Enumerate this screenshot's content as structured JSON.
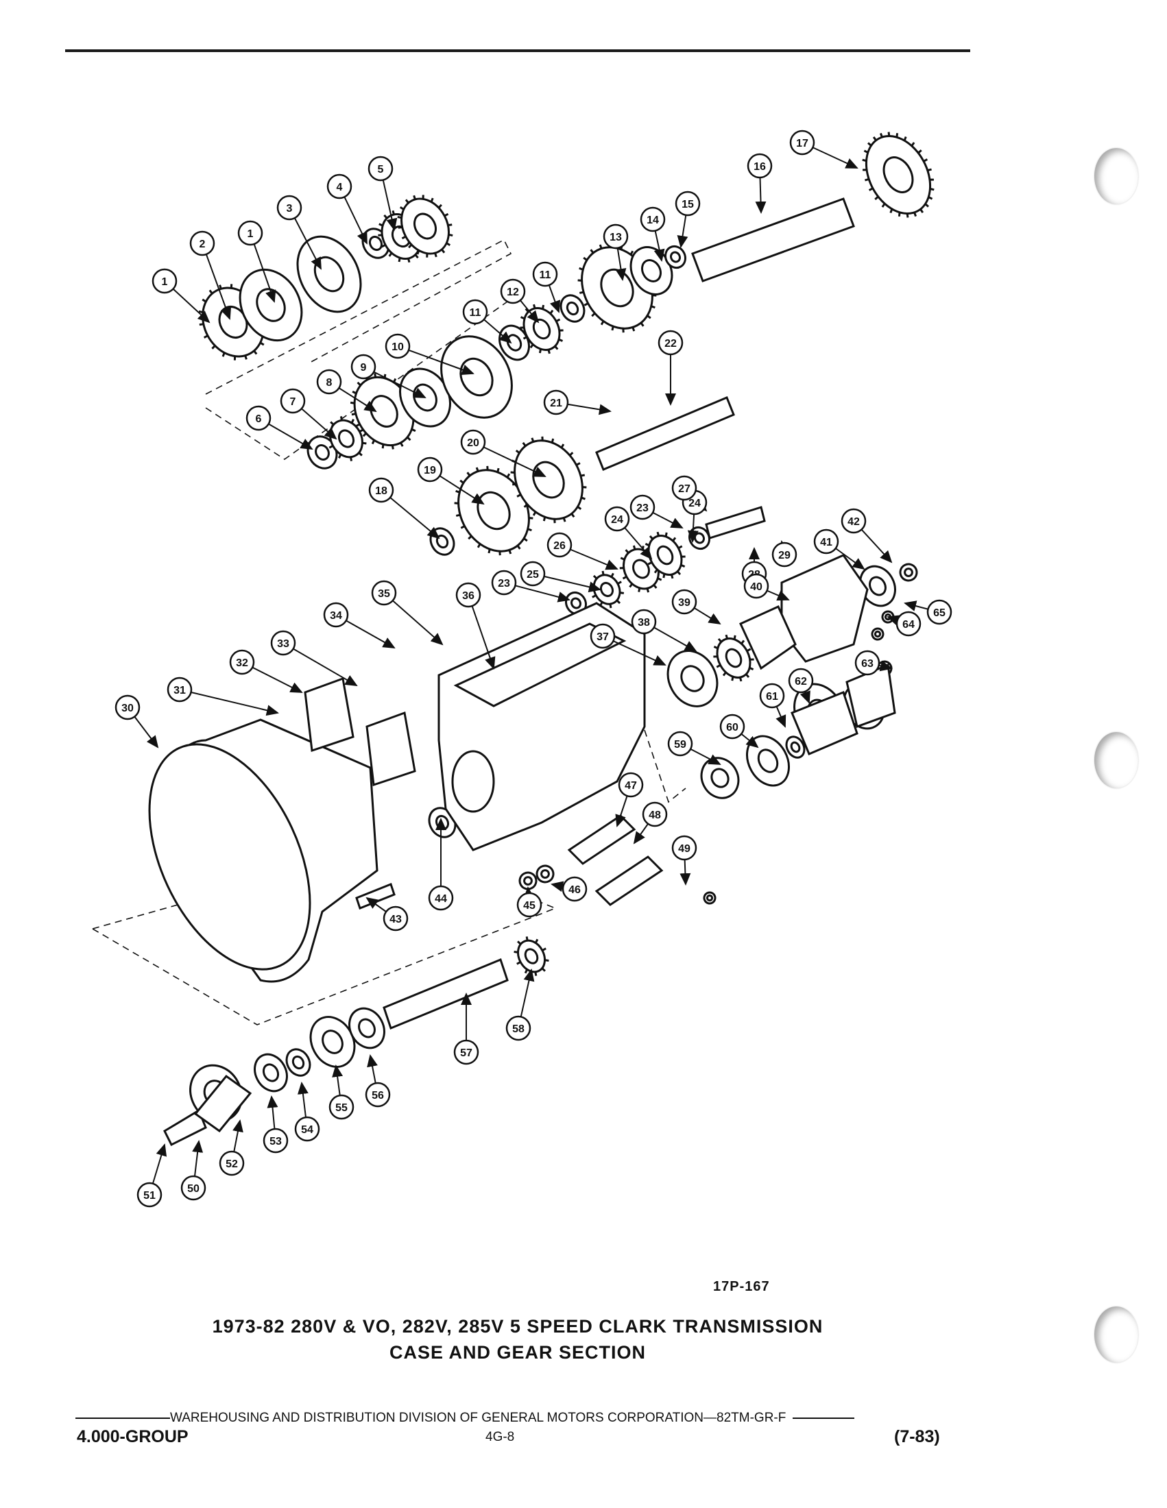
{
  "figure": {
    "code": "17P-167",
    "title_line1": "1973-82 280V & VO, 282V, 285V 5 SPEED CLARK TRANSMISSION",
    "title_line2": "CASE AND GEAR SECTION"
  },
  "callouts": [
    "1",
    "1",
    "2",
    "3",
    "4",
    "5",
    "6",
    "7",
    "8",
    "9",
    "10",
    "11",
    "11",
    "12",
    "13",
    "14",
    "15",
    "16",
    "17",
    "18",
    "19",
    "20",
    "21",
    "22",
    "23",
    "23",
    "24",
    "24",
    "25",
    "26",
    "27",
    "28",
    "29",
    "30",
    "31",
    "32",
    "33",
    "34",
    "35",
    "36",
    "37",
    "38",
    "39",
    "40",
    "41",
    "42",
    "43",
    "44",
    "45",
    "46",
    "47",
    "48",
    "49",
    "50",
    "51",
    "52",
    "53",
    "54",
    "55",
    "56",
    "57",
    "58",
    "59",
    "60",
    "61",
    "62",
    "63",
    "64",
    "65"
  ],
  "footer": {
    "distribution_line": "WAREHOUSING AND DISTRIBUTION  DIVISION OF GENERAL MOTORS CORPORATION—82TM-GR-F",
    "group": "4.000-GROUP",
    "page": "4G-8",
    "date": "(7-83)"
  }
}
